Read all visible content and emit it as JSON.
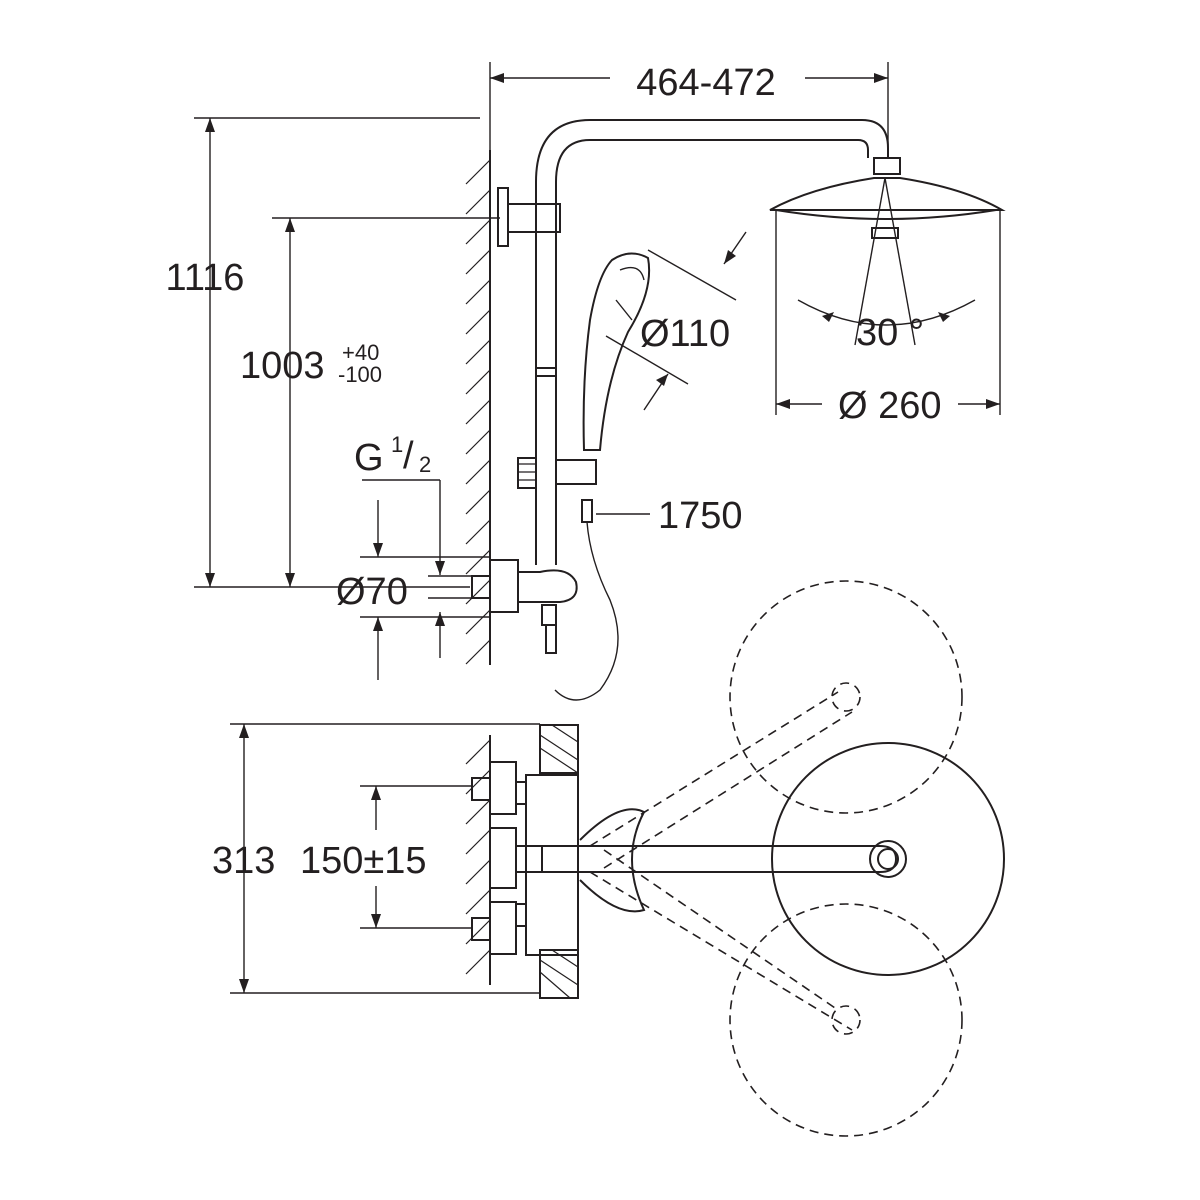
{
  "drawing": {
    "dimensions": {
      "arm_projection": "464-472",
      "total_height": "1116",
      "bar_height_main": "1003",
      "bar_height_tol_plus": "+40",
      "bar_height_tol_minus": "-100",
      "connection_thread": "G",
      "connection_fraction_num": "1",
      "connection_fraction_den": "2",
      "rosette_diameter": "Ø70",
      "hand_shower_diameter": "Ø110",
      "head_shower_angle": "30 °",
      "head_shower_diameter": "Ø 260",
      "hose_length": "1750",
      "projection_depth": "313",
      "inlet_spacing": "150±15"
    }
  }
}
